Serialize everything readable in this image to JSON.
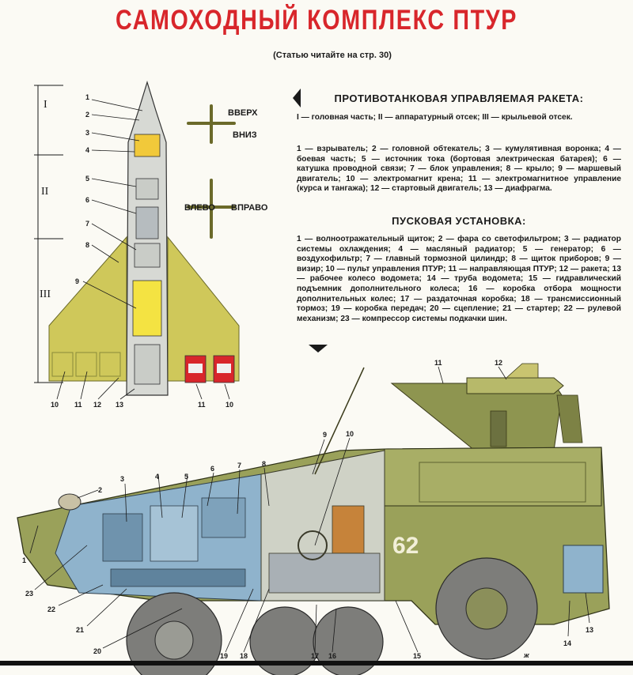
{
  "header": {
    "title": "САМОХОДНЫЙ КОМПЛЕКС ПТУР",
    "subtitle": "(Статью читайте на стр. 30)"
  },
  "rocket_section": {
    "heading": "ПРОТИВОТАНКОВАЯ УПРАВЛЯЕМАЯ РАКЕТА:",
    "parts_text": "I — головная часть; II — аппаратурный отсек; III — крыльевой отсек.",
    "items_text": "1 — взрыватель; 2 — головной обтекатель; 3 — кумулятивная воронка; 4 — боевая часть; 5 — источник тока (бортовая электрическая батарея); 6 — катушка проводной связи; 7 — блок управления; 8 — крыло; 9 — маршевый двигатель; 10 — электромагнит крена; 11 — электромагнитное управление (курса и тангажа); 12 — стартовый двигатель; 13 — диафрагма."
  },
  "launcher_section": {
    "heading": "ПУСКОВАЯ УСТАНОВКА:",
    "items_text": "1 — волноотражательный щиток; 2 — фара со светофильтром; 3 — радиатор системы охлаждения; 4 — масляный радиатор; 5 — генератор; 6 — воздухофильтр; 7 — главный тормозной цилиндр; 8 — щиток приборов; 9 — визир; 10 — пульт управления ПТУР; 11 — направляющая ПТУР; 12 — ракета; 13 — рабочее колесо водомета; 14 — труба водомета; 15 — гидравлический подъемник дополнительного колеса; 16 — коробка отбора мощности дополнительных колес; 17 — раздаточная коробка; 18 — трансмиссионный тормоз; 19 — коробка передач; 20 — сцепление; 21 — стартер; 22 — рулевой механизм; 23 — компрессор системы подкачки шин."
  },
  "rocket_diagram": {
    "roman_labels": [
      "I",
      "II",
      "III"
    ],
    "part_numbers": [
      "1",
      "2",
      "3",
      "4",
      "5",
      "6",
      "7",
      "8",
      "9",
      "10",
      "11",
      "12",
      "13",
      "11",
      "10"
    ],
    "directions": {
      "up": "ВВЕРХ",
      "down": "ВНИЗ",
      "left": "ВЛЕВО",
      "right": "ВПРАВО"
    }
  },
  "vehicle_diagram": {
    "hull_number": "62",
    "part_numbers": [
      "1",
      "2",
      "3",
      "4",
      "5",
      "6",
      "7",
      "8",
      "9",
      "10",
      "11",
      "12",
      "13",
      "14",
      "15",
      "16",
      "17",
      "18",
      "19",
      "20",
      "21",
      "22",
      "23"
    ],
    "artist_signature": "ж"
  },
  "colors": {
    "title_red": "#d8262b",
    "wing_yellow": "#cfc85a",
    "hull_green": "#9aa15a",
    "engine_blue": "#8fb3cc",
    "tire_grey": "#7d7d7a"
  }
}
